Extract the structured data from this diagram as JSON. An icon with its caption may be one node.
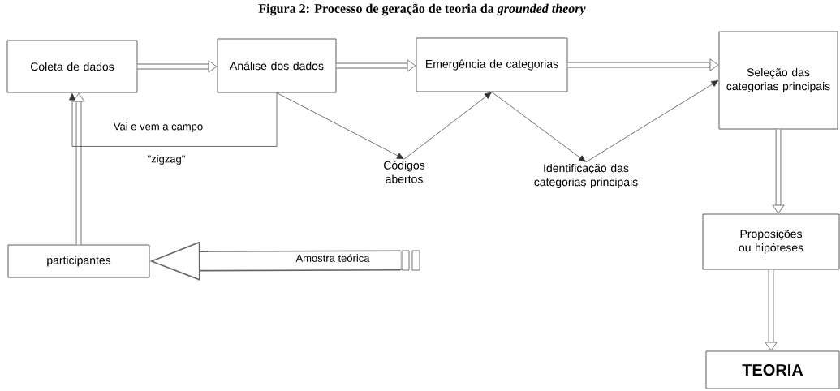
{
  "diagram": {
    "title": "Figura 2: Processo de geração de teoria da *grounded theory*",
    "nodes": [
      {
        "text": [
          "Coleta de dados"
        ]
      },
      {
        "text": [
          "Análise dos dados"
        ]
      },
      {
        "text": [
          "Emergência de categorias"
        ]
      },
      {
        "text": [
          "Seleção das categorias principais"
        ]
      },
      {
        "text": [
          "Códigos abertos"
        ]
      },
      {
        "text": [
          "Identificação das categorias principais"
        ]
      },
      {
        "text": [
          "participantes"
        ]
      },
      {
        "text": [
          "Proposições ou hipóteses"
        ]
      },
      {
        "text": [
          "TEORIA"
        ]
      },
      {
        "text": [],
        "shape": "box"
      }
    ],
    "edges": [
      {
        "from": 0,
        "to": 1,
        "arrow": "to"
      },
      {
        "from": 1,
        "to": 2,
        "arrow": "to"
      },
      {
        "from": 2,
        "to": 3,
        "arrow": "to"
      },
      {
        "from": 3,
        "to": 7,
        "arrow": "to"
      },
      {
        "from": 7,
        "to": 8,
        "arrow": "to"
      },
      {
        "from": 6,
        "to": 0,
        "arrow": "to"
      },
      {
        "from": 9,
        "to": 6,
        "arrow": "to",
        "style": "thick",
        "label": "Amostra teórica"
      },
      {
        "from": 1,
        "to": 0,
        "arrow": "to",
        "label": "Vai e vem a campo",
        "color": "#333333"
      },
      {
        "from": 1,
        "to": 4,
        "arrow": "to",
        "color": "#333333"
      },
      {
        "from": 4,
        "to": 2,
        "arrow": "to",
        "color": "#333333"
      },
      {
        "from": 2,
        "to": 5,
        "arrow": "to",
        "color": "#333333"
      },
      {
        "from": 5,
        "to": 3,
        "arrow": "to",
        "color": "#333333"
      }
    ],
    "labels": [
      "\"zigzag\""
    ]
  }
}
